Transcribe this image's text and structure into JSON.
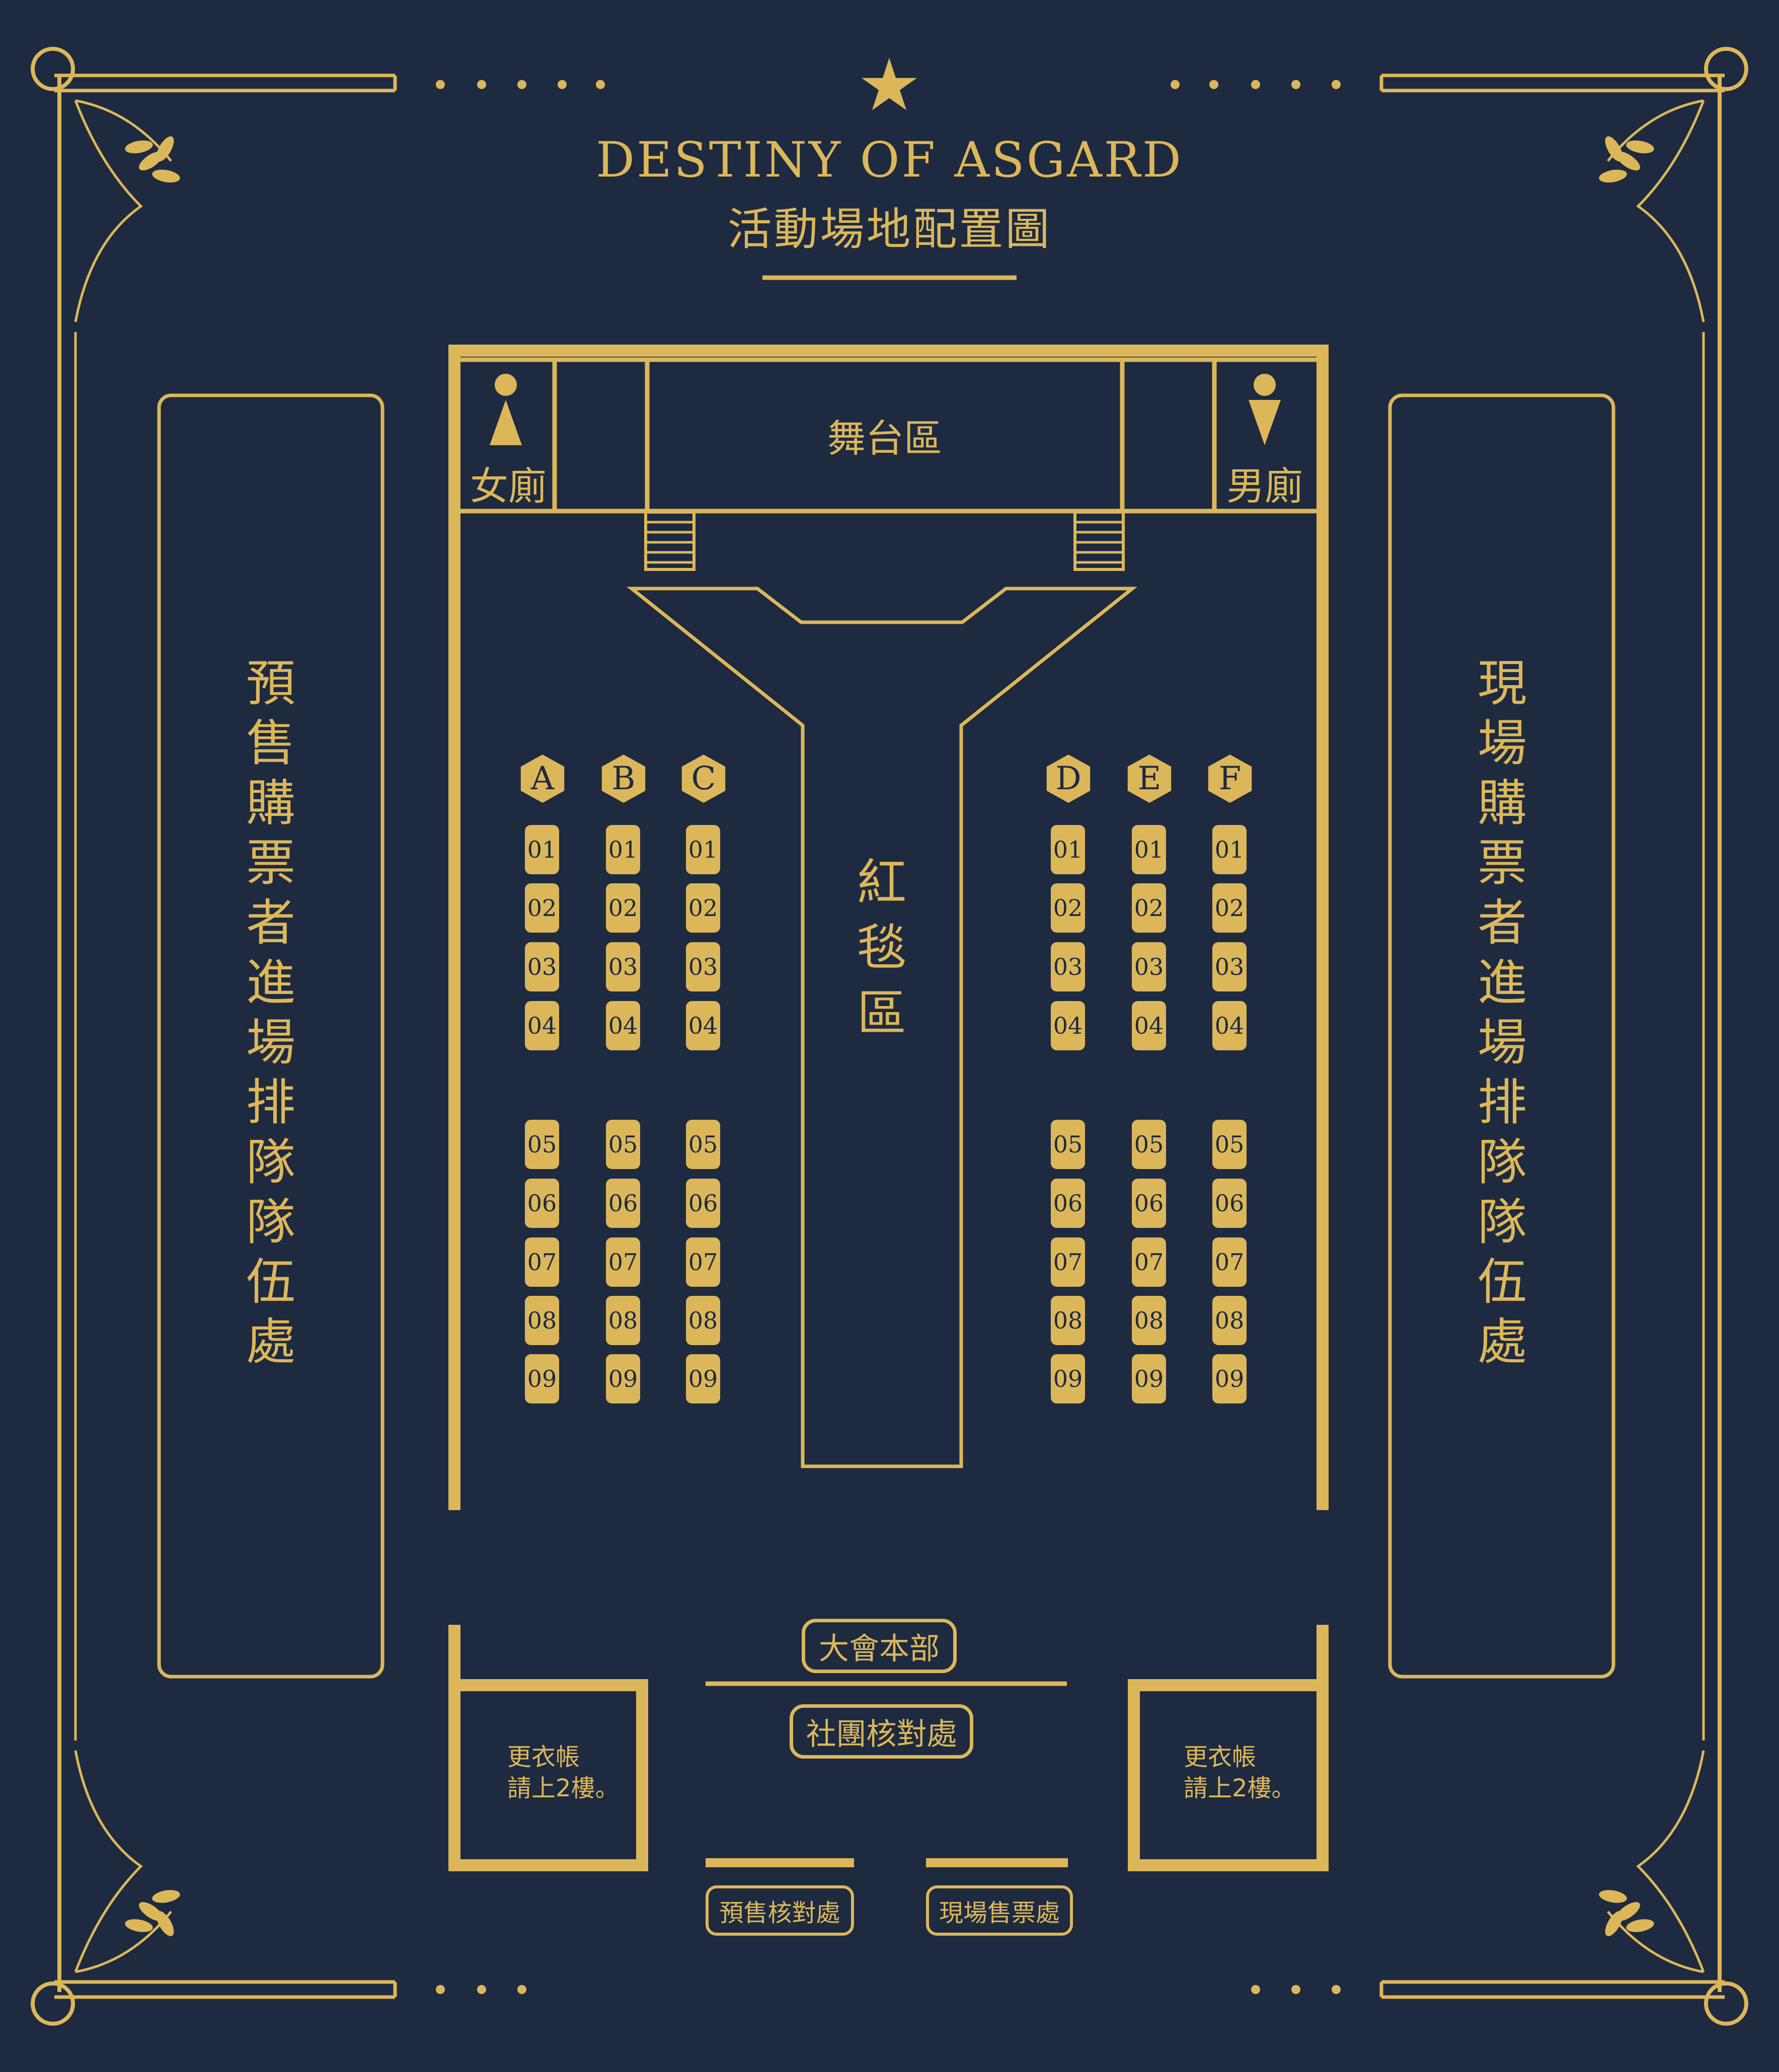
{
  "header": {
    "title_en": "DESTINY OF ASGARD",
    "title_zh": "活動場地配置圖"
  },
  "queues": {
    "left": [
      "預",
      "售",
      "購",
      "票",
      "者",
      "進",
      "場",
      "排",
      "隊",
      "隊",
      "伍",
      "處"
    ],
    "right": [
      "現",
      "場",
      "購",
      "票",
      "者",
      "進",
      "場",
      "排",
      "隊",
      "隊",
      "伍",
      "處"
    ]
  },
  "rooms": {
    "stage": "舞台區",
    "restroom_women": "女廁",
    "restroom_men": "男廁",
    "red_carpet": [
      "紅",
      "毯",
      "區"
    ]
  },
  "seating": {
    "columns": [
      {
        "label": "A",
        "seats": [
          "01",
          "02",
          "03",
          "04",
          "05",
          "06",
          "07",
          "08",
          "09"
        ]
      },
      {
        "label": "B",
        "seats": [
          "01",
          "02",
          "03",
          "04",
          "05",
          "06",
          "07",
          "08",
          "09"
        ]
      },
      {
        "label": "C",
        "seats": [
          "01",
          "02",
          "03",
          "04",
          "05",
          "06",
          "07",
          "08",
          "09"
        ]
      },
      {
        "label": "D",
        "seats": [
          "01",
          "02",
          "03",
          "04",
          "05",
          "06",
          "07",
          "08",
          "09"
        ]
      },
      {
        "label": "E",
        "seats": [
          "01",
          "02",
          "03",
          "04",
          "05",
          "06",
          "07",
          "08",
          "09"
        ]
      },
      {
        "label": "F",
        "seats": [
          "01",
          "02",
          "03",
          "04",
          "05",
          "06",
          "07",
          "08",
          "09"
        ]
      }
    ]
  },
  "stations": {
    "hq": "大會本部",
    "club_check": "社團核對處",
    "presale_check": "預售核對處",
    "onsite_tickets": "現場售票處"
  },
  "changing_rooms": {
    "left": [
      "更衣帳",
      "請上2樓。"
    ],
    "right": [
      "更衣帳",
      "請上2樓。"
    ]
  },
  "colors": {
    "background": "#1d2a40",
    "gold": "#dcb75a"
  }
}
